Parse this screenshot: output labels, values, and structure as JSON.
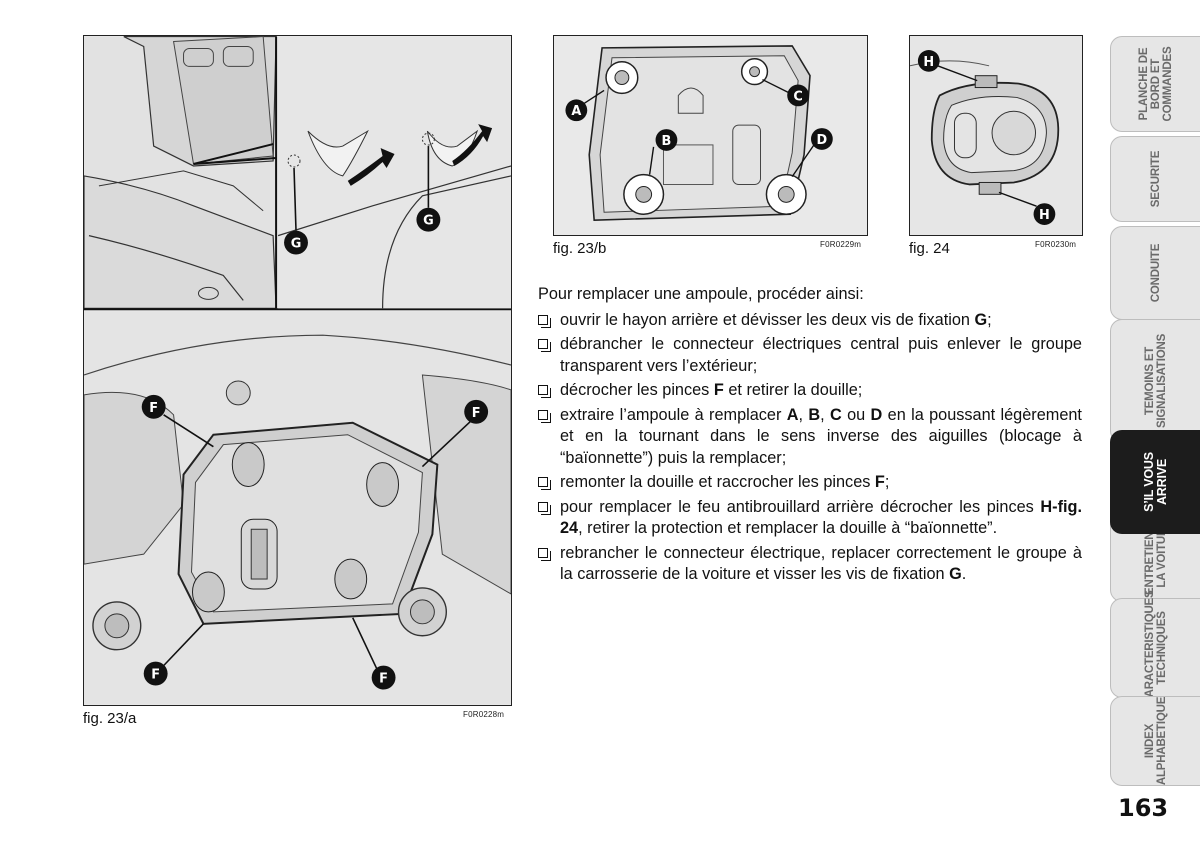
{
  "figures": {
    "fig23a": {
      "caption": "fig. 23/a",
      "code": "F0R0228m"
    },
    "fig23b": {
      "caption": "fig. 23/b",
      "code": "F0R0229m"
    },
    "fig24": {
      "caption": "fig. 24",
      "code": "F0R0230m"
    }
  },
  "callouts": {
    "A": "A",
    "B": "B",
    "C": "C",
    "D": "D",
    "F": "F",
    "G": "G",
    "H": "H"
  },
  "instructions": {
    "intro": "Pour remplacer une ampoule, procéder ainsi:",
    "steps": [
      [
        {
          "t": "ouvrir le hayon arrière et dévisser les deux vis de fixation "
        },
        {
          "t": "G",
          "b": true
        },
        {
          "t": ";"
        }
      ],
      [
        {
          "t": "débrancher le connecteur électriques central puis enlever le groupe transparent vers l’extérieur;"
        }
      ],
      [
        {
          "t": "décrocher les pinces "
        },
        {
          "t": "F",
          "b": true
        },
        {
          "t": " et retirer la douille;"
        }
      ],
      [
        {
          "t": "extraire l’ampoule à remplacer "
        },
        {
          "t": "A",
          "b": true
        },
        {
          "t": ", "
        },
        {
          "t": "B",
          "b": true
        },
        {
          "t": ", "
        },
        {
          "t": "C",
          "b": true
        },
        {
          "t": " ou "
        },
        {
          "t": "D",
          "b": true
        },
        {
          "t": "  en la poussant légèrement et en la tournant dans le sens inverse des aiguilles (blocage à “baïonnette”) puis la remplacer;"
        }
      ],
      [
        {
          "t": "remonter la douille et raccrocher les pinces "
        },
        {
          "t": "F",
          "b": true
        },
        {
          "t": ";"
        }
      ],
      [
        {
          "t": "pour remplacer le feu antibrouillard arrière décrocher les pinces "
        },
        {
          "t": "H-fig. 24",
          "b": true
        },
        {
          "t": ", retirer la protection et remplacer la douille à “baïonnette”."
        }
      ],
      [
        {
          "t": "rebrancher le connecteur électrique, replacer correctement le groupe à la carrosserie de la voiture et visser les vis de fixation "
        },
        {
          "t": "G",
          "b": true
        },
        {
          "t": "."
        }
      ]
    ]
  },
  "sidebar": {
    "tabs": [
      {
        "label": "PLANCHE DE\nBORD ET\nCOMMANDES",
        "active": false
      },
      {
        "label": "SECURITE",
        "active": false
      },
      {
        "label": "CONDUITE",
        "active": false
      },
      {
        "label": "TEMOINS ET\nSIGNALISATIONS",
        "active": false
      },
      {
        "label": "S’IL VOUS\nARRIVE",
        "active": true
      },
      {
        "label": "ENTRETIEN DE\nLA VOITURE",
        "active": false
      },
      {
        "label": "CARACTERISTIQUES\nTECHNIQUES",
        "active": false
      },
      {
        "label": "INDEX\nALPHABETIQUE",
        "active": false
      }
    ]
  },
  "page_number": "163",
  "colors": {
    "figure_bg": "#e9e9e9",
    "line": "#222222",
    "tab_bg": "#e6e6e6",
    "tab_active": "#1c1c1c"
  }
}
